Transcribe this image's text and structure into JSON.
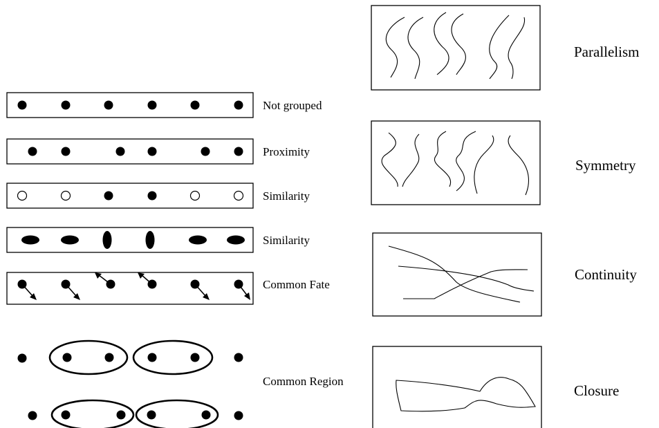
{
  "colors": {
    "ink": "#000000",
    "background": "#ffffff"
  },
  "left_panel": {
    "rows": [
      {
        "label": "Not grouped",
        "dot_style": "filled-circle"
      },
      {
        "label": "Proximity",
        "dot_style": "filled-circle"
      },
      {
        "label": "Similarity",
        "dot_style": "hollow-and-filled-circles"
      },
      {
        "label": "Similarity",
        "dot_style": "horizontal-and-vertical-ellipses"
      },
      {
        "label": "Common Fate",
        "dot_style": "dots-with-motion-arrows"
      },
      {
        "label": "Common Region",
        "dot_style": "dots-in-enclosing-ovals"
      }
    ]
  },
  "right_panel": {
    "items": [
      {
        "label": "Parallelism"
      },
      {
        "label": "Symmetry"
      },
      {
        "label": "Continuity"
      },
      {
        "label": "Closure"
      }
    ]
  }
}
